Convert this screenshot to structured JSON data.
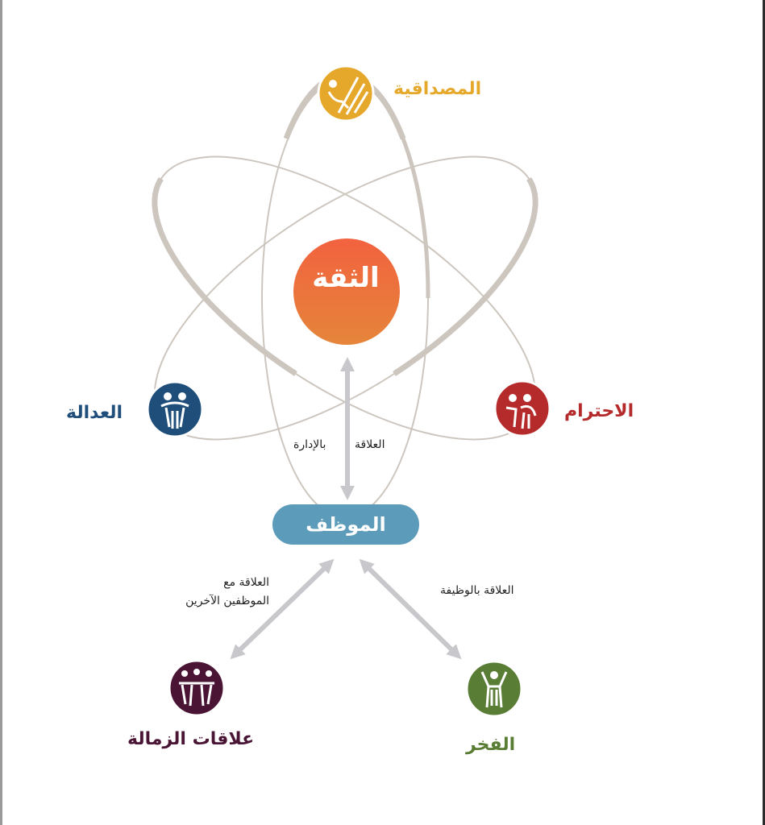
{
  "core": {
    "label": "الثقة"
  },
  "employee": {
    "label": "الموظف"
  },
  "values": {
    "friendship": {
      "label": "المصداقية",
      "color": "#e5a82b"
    },
    "justice": {
      "label": "العدالة",
      "color": "#1e4e79"
    },
    "respect": {
      "label": "الاحترام",
      "color": "#b52a2a"
    },
    "fellowship": {
      "label": "علاقات الزمالة",
      "color": "#4a1535"
    },
    "pride": {
      "label": "الفخر",
      "color": "#5a7d35"
    }
  },
  "relations": {
    "management_a": "العلاقة",
    "management_b": "بالإدارة",
    "colleagues_line1": "العلاقة مع",
    "colleagues_line2": "الموظفين الآخرين",
    "job": "العلاقة بالوظيفة"
  },
  "colors": {
    "core_top": "#f26a3d",
    "core_bottom": "#e5803a",
    "pill": "#5c9bb9",
    "orbit": "#cfc9c3",
    "arrow": "#c8c8cc"
  }
}
